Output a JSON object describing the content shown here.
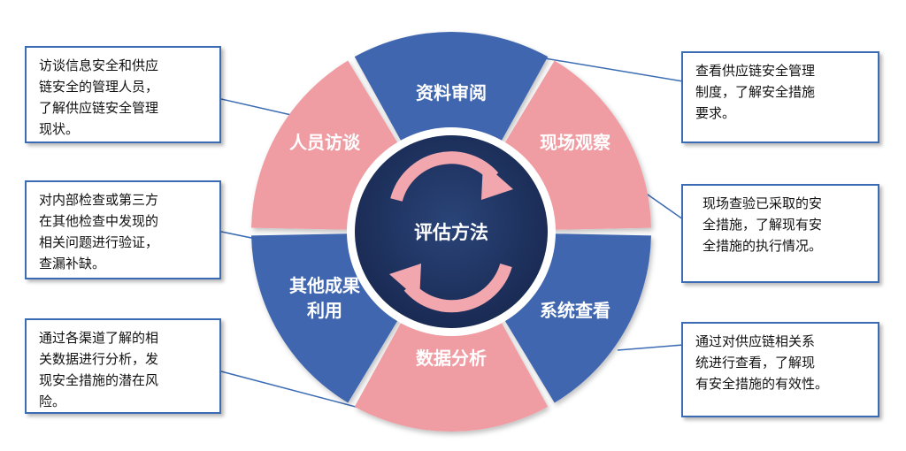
{
  "center": {
    "label": "评估方法"
  },
  "segments": [
    {
      "id": "docs",
      "label": "资料审阅",
      "color": "#3f66b0"
    },
    {
      "id": "observe",
      "label": "现场观察",
      "color": "#ef9da3"
    },
    {
      "id": "system",
      "label": "系统查看",
      "color": "#3f66b0"
    },
    {
      "id": "data",
      "label": "数据分析",
      "color": "#ef9da3"
    },
    {
      "id": "other",
      "label": "其他成果利用",
      "label_lines": [
        "其他成果",
        "利用"
      ],
      "color": "#3f66b0"
    },
    {
      "id": "people",
      "label": "人员访谈",
      "color": "#ef9da3"
    }
  ],
  "notes": {
    "top_left": {
      "lines": [
        "访谈信息安全和供应",
        "链安全的管理人员，",
        "了解供应链安全管理",
        "现状。"
      ]
    },
    "middle_left": {
      "lines": [
        "对内部检查或第三方",
        "在其他检查中发现的",
        "相关问题进行验证，",
        "查漏补缺。"
      ]
    },
    "bottom_left": {
      "lines": [
        "通过各渠道了解的相",
        "关数据进行分析，发",
        "现安全措施的潜在风",
        "险。"
      ]
    },
    "top_right": {
      "lines": [
        "查看供应链安全管理",
        "制度，了解安全措施",
        "要求。"
      ]
    },
    "middle_right": {
      "lines": [
        "现场查验已采取的安",
        "全措施，了解现有安",
        "全措施的执行情况。"
      ]
    },
    "bottom_right": {
      "lines": [
        "通过对供应链相关系",
        "统进行查看，了解现",
        "有安全措施的有效性。"
      ]
    }
  },
  "colors": {
    "blue": "#3f66b0",
    "pink": "#ef9da3",
    "navy_center": "#1e3260",
    "arrow": "#f2a6ad",
    "border": "#3b6bb3"
  }
}
